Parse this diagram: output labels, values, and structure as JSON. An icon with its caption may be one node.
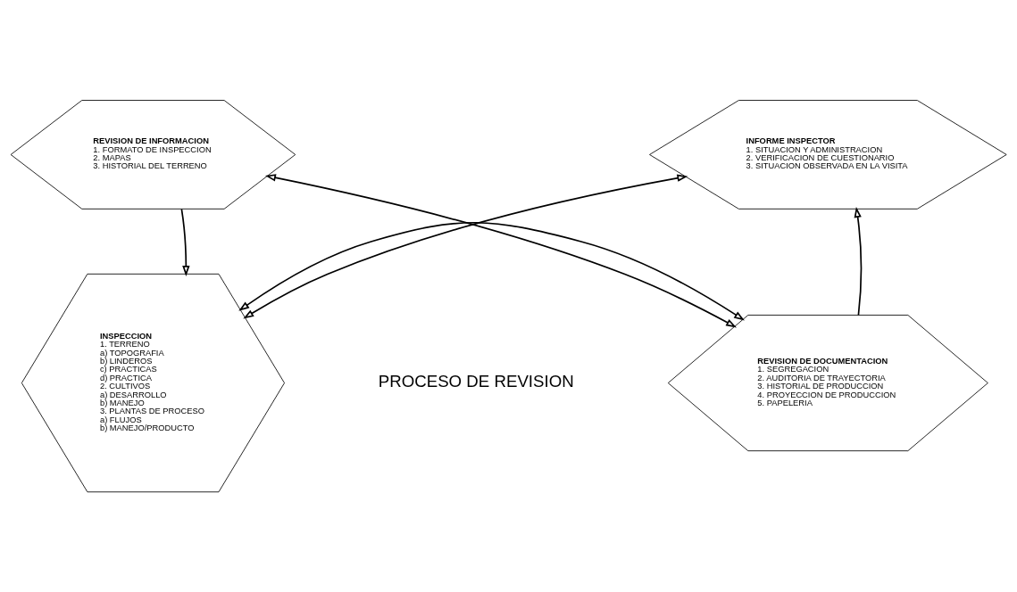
{
  "diagram": {
    "nodes": [
      {
        "text": [
          "REVISION DE INFORMACION",
          "1. FORMATO DE INSPECCION",
          "2. MAPAS",
          "3. HISTORIAL DEL TERRENO"
        ]
      },
      {
        "text": [
          "INFORME INSPECTOR",
          "1. SITUACION Y ADMINISTRACION",
          "2. VERIFICACION DE CUESTIONARIO",
          "3. SITUACION OBSERVADA EN LA VISITA"
        ]
      },
      {
        "text": [
          "INSPECCION",
          "1. TERRENO",
          "a) TOPOGRAFIA",
          "b) LINDEROS",
          "c) PRACTICAS",
          "d) PRACTICA",
          "2. CULTIVOS",
          "a) DESARROLLO",
          "b) MANEJO",
          "3. PLANTAS DE PROCESO",
          "a) FLUJOS",
          "b) MANEJO/PRODUCTO"
        ]
      },
      {
        "text": [
          "REVISION DE DOCUMENTACION",
          "1. SEGREGACION",
          "2. AUDITORIA DE TRAYECTORIA",
          "3. HISTORIAL DE PRODUCCION",
          "4. PROYECCION DE PRODUCCION",
          "5. PAPELERIA"
        ]
      }
    ],
    "edges": [
      {
        "from": 0,
        "to": 2,
        "arrow": "to"
      },
      {
        "from": 3,
        "to": 1,
        "arrow": "to"
      },
      {
        "from": 2,
        "to": 3,
        "arrow": "both"
      },
      {
        "from": 0,
        "to": 3,
        "arrow": "both"
      },
      {
        "from": 1,
        "to": 2,
        "arrow": "both"
      }
    ],
    "labels": [
      "PROCESO DE REVISION"
    ]
  }
}
